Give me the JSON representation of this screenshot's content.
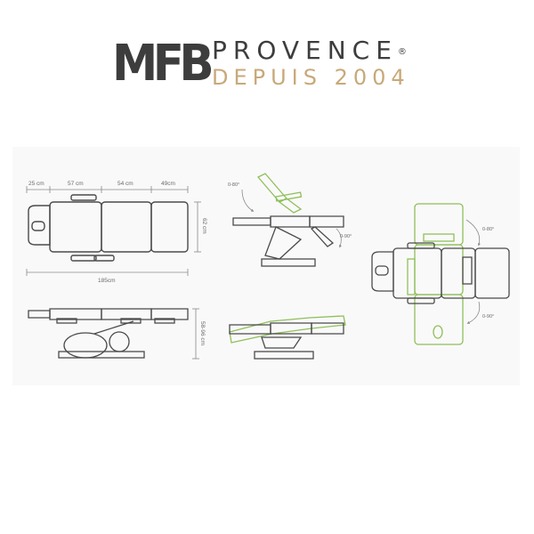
{
  "logo": {
    "mark": "MFB",
    "name": "PROVENCE",
    "registered": "®",
    "tagline": "DEPUIS 2004",
    "colors": {
      "dark": "#3d3d3d",
      "gold": "#c8a97a"
    }
  },
  "diagram": {
    "top_view": {
      "dims": [
        "25 cm",
        "57 cm",
        "54 cm",
        "49cm"
      ],
      "width": "62 cm",
      "length": "185cm"
    },
    "side_view": {
      "height": "58-96 cm"
    },
    "angle_labels": [
      "0-80°",
      "0-90°",
      "0-80°",
      "0-90°"
    ],
    "colors": {
      "line": "#4a4a4a",
      "highlight": "#8fbf5a",
      "dim": "#8a8a8a",
      "panel": "#f9f9f9"
    }
  }
}
